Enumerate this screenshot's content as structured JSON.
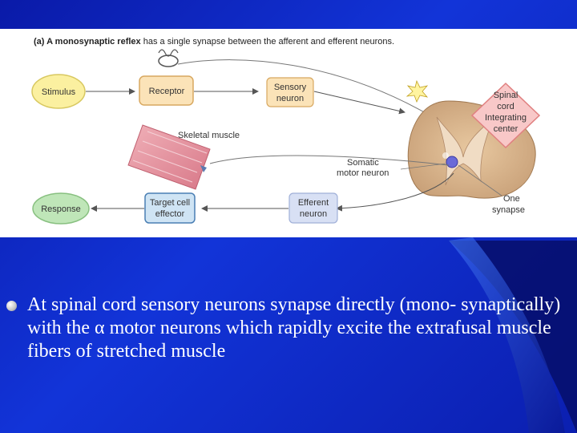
{
  "diagram": {
    "title_bold": "(a) A monosynaptic reflex",
    "title_rest": " has a single synapse between the afferent and efferent neurons.",
    "nodes": {
      "stimulus": "Stimulus",
      "receptor": "Receptor",
      "sensory_line1": "Sensory",
      "sensory_line2": "neuron",
      "spinal_line1": "Spinal",
      "spinal_line2": "cord",
      "spinal_line3": "Integrating",
      "spinal_line4": "center",
      "skeletal_muscle": "Skeletal muscle",
      "somatic_line1": "Somatic",
      "somatic_line2": "motor neuron",
      "one_line1": "One",
      "one_line2": "synapse",
      "response": "Response",
      "target_line1": "Target cell",
      "target_line2": "effector",
      "efferent_line1": "Efferent",
      "efferent_line2": "neuron"
    },
    "colors": {
      "stimulus_fill": "#fbf0a0",
      "stimulus_stroke": "#d8c860",
      "receptor_fill": "#fbe3b8",
      "receptor_stroke": "#d8a860",
      "sensory_fill": "#fbe3b8",
      "spinal_fill": "#f8c8c8",
      "spinal_stroke": "#e08080",
      "response_fill": "#bfe6b8",
      "response_stroke": "#88c080",
      "target_fill": "#cfe4f4",
      "target_stroke": "#4a7fb4",
      "efferent_fill": "#d8e0f4",
      "efferent_stroke": "#a0b0d8"
    }
  },
  "bullet": {
    "text_before": "At spinal cord sensory neurons synapse directly (mono- synaptically) with the ",
    "alpha": "α",
    "text_after": " motor neurons which rapidly excite the extrafusal muscle fibers of stretched muscle"
  }
}
